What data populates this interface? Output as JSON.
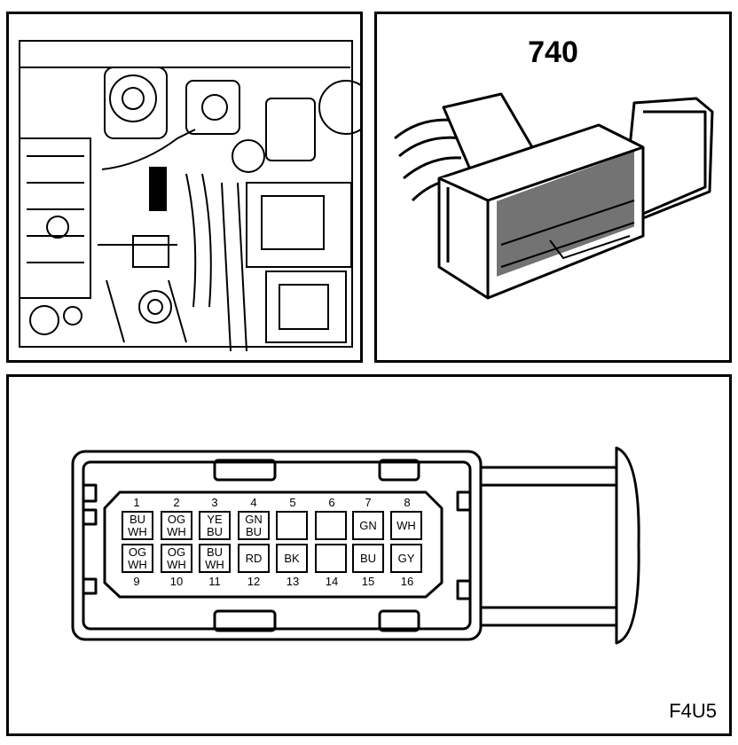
{
  "connector_title": "740",
  "figure_code": "F4U5",
  "pins_top": [
    {
      "num": "1",
      "colors": [
        "BU",
        "WH"
      ]
    },
    {
      "num": "2",
      "colors": [
        "OG",
        "WH"
      ]
    },
    {
      "num": "3",
      "colors": [
        "YE",
        "BU"
      ]
    },
    {
      "num": "4",
      "colors": [
        "GN",
        "BU"
      ]
    },
    {
      "num": "5",
      "colors": []
    },
    {
      "num": "6",
      "colors": []
    },
    {
      "num": "7",
      "colors": [
        "GN"
      ]
    },
    {
      "num": "8",
      "colors": [
        "WH"
      ]
    }
  ],
  "pins_bottom": [
    {
      "num": "9",
      "colors": [
        "OG",
        "WH"
      ]
    },
    {
      "num": "10",
      "colors": [
        "OG",
        "WH"
      ]
    },
    {
      "num": "11",
      "colors": [
        "BU",
        "WH"
      ]
    },
    {
      "num": "12",
      "colors": [
        "RD"
      ]
    },
    {
      "num": "13",
      "colors": [
        "BK"
      ]
    },
    {
      "num": "14",
      "colors": []
    },
    {
      "num": "15",
      "colors": [
        "BU"
      ]
    },
    {
      "num": "16",
      "colors": [
        "GY"
      ]
    }
  ]
}
